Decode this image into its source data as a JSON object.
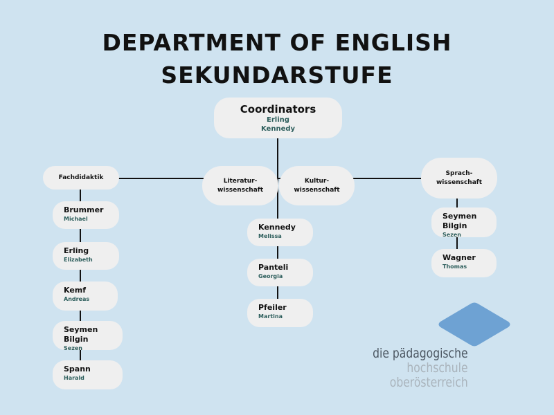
{
  "title": {
    "line1": "DEPARTMENT OF ENGLISH",
    "line2": "SEKUNDARSTUFE"
  },
  "coordinators": {
    "label": "Coordinators",
    "names": [
      "Erling",
      "Kennedy"
    ]
  },
  "sections": {
    "fachdidaktik": {
      "label": "Fachdidaktik",
      "members": [
        {
          "last": "Brummer",
          "first": "Michael"
        },
        {
          "last": "Erling",
          "first": "Elizabeth"
        },
        {
          "last": "Kemf",
          "first": "Andreas"
        },
        {
          "last": "Seymen Bilgin",
          "first": "Sezen"
        },
        {
          "last": "Spann",
          "first": "Harald"
        }
      ]
    },
    "literatur": {
      "label1": "Literatur-",
      "label2": "wissenschaft",
      "members": [
        {
          "last": "Kennedy",
          "first": "Melissa"
        },
        {
          "last": "Panteli",
          "first": "Georgia"
        },
        {
          "last": "Pfeiler",
          "first": "Martina"
        }
      ]
    },
    "kultur": {
      "label1": "Kultur-",
      "label2": "wissenschaft"
    },
    "sprach": {
      "label1": "Sprach-",
      "label2": "wissenschaft",
      "members": [
        {
          "last": "Seymen Bilgin",
          "first": "Sezen"
        },
        {
          "last": "Wagner",
          "first": "Thomas"
        }
      ]
    }
  },
  "logo": {
    "line1": "die pädagogische",
    "line2": "hochschule",
    "line3": "oberösterreich"
  },
  "colors": {
    "background": "#cfe3f0",
    "box": "#efefef",
    "name_accent": "#2d5e5c",
    "logo_diamond": "#6ea2d3"
  }
}
